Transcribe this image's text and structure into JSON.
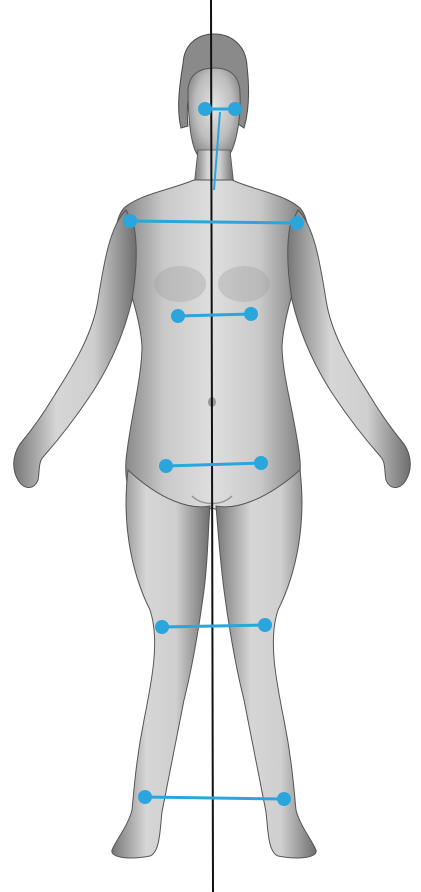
{
  "scene": {
    "subject": "body-scan",
    "background_color": "#ffffff"
  },
  "colors": {
    "skin_light": "#d8d8d8",
    "skin_mid": "#a9a9a9",
    "skin_dark": "#5a5a5a",
    "outline": "#3a3a3a",
    "marker": "#2aa6dc",
    "midline": "#111111"
  },
  "landmark_pairs": [
    {
      "name": "eyes"
    },
    {
      "name": "shoulders"
    },
    {
      "name": "chest-lower"
    },
    {
      "name": "hips"
    },
    {
      "name": "knees"
    },
    {
      "name": "ankles"
    }
  ]
}
